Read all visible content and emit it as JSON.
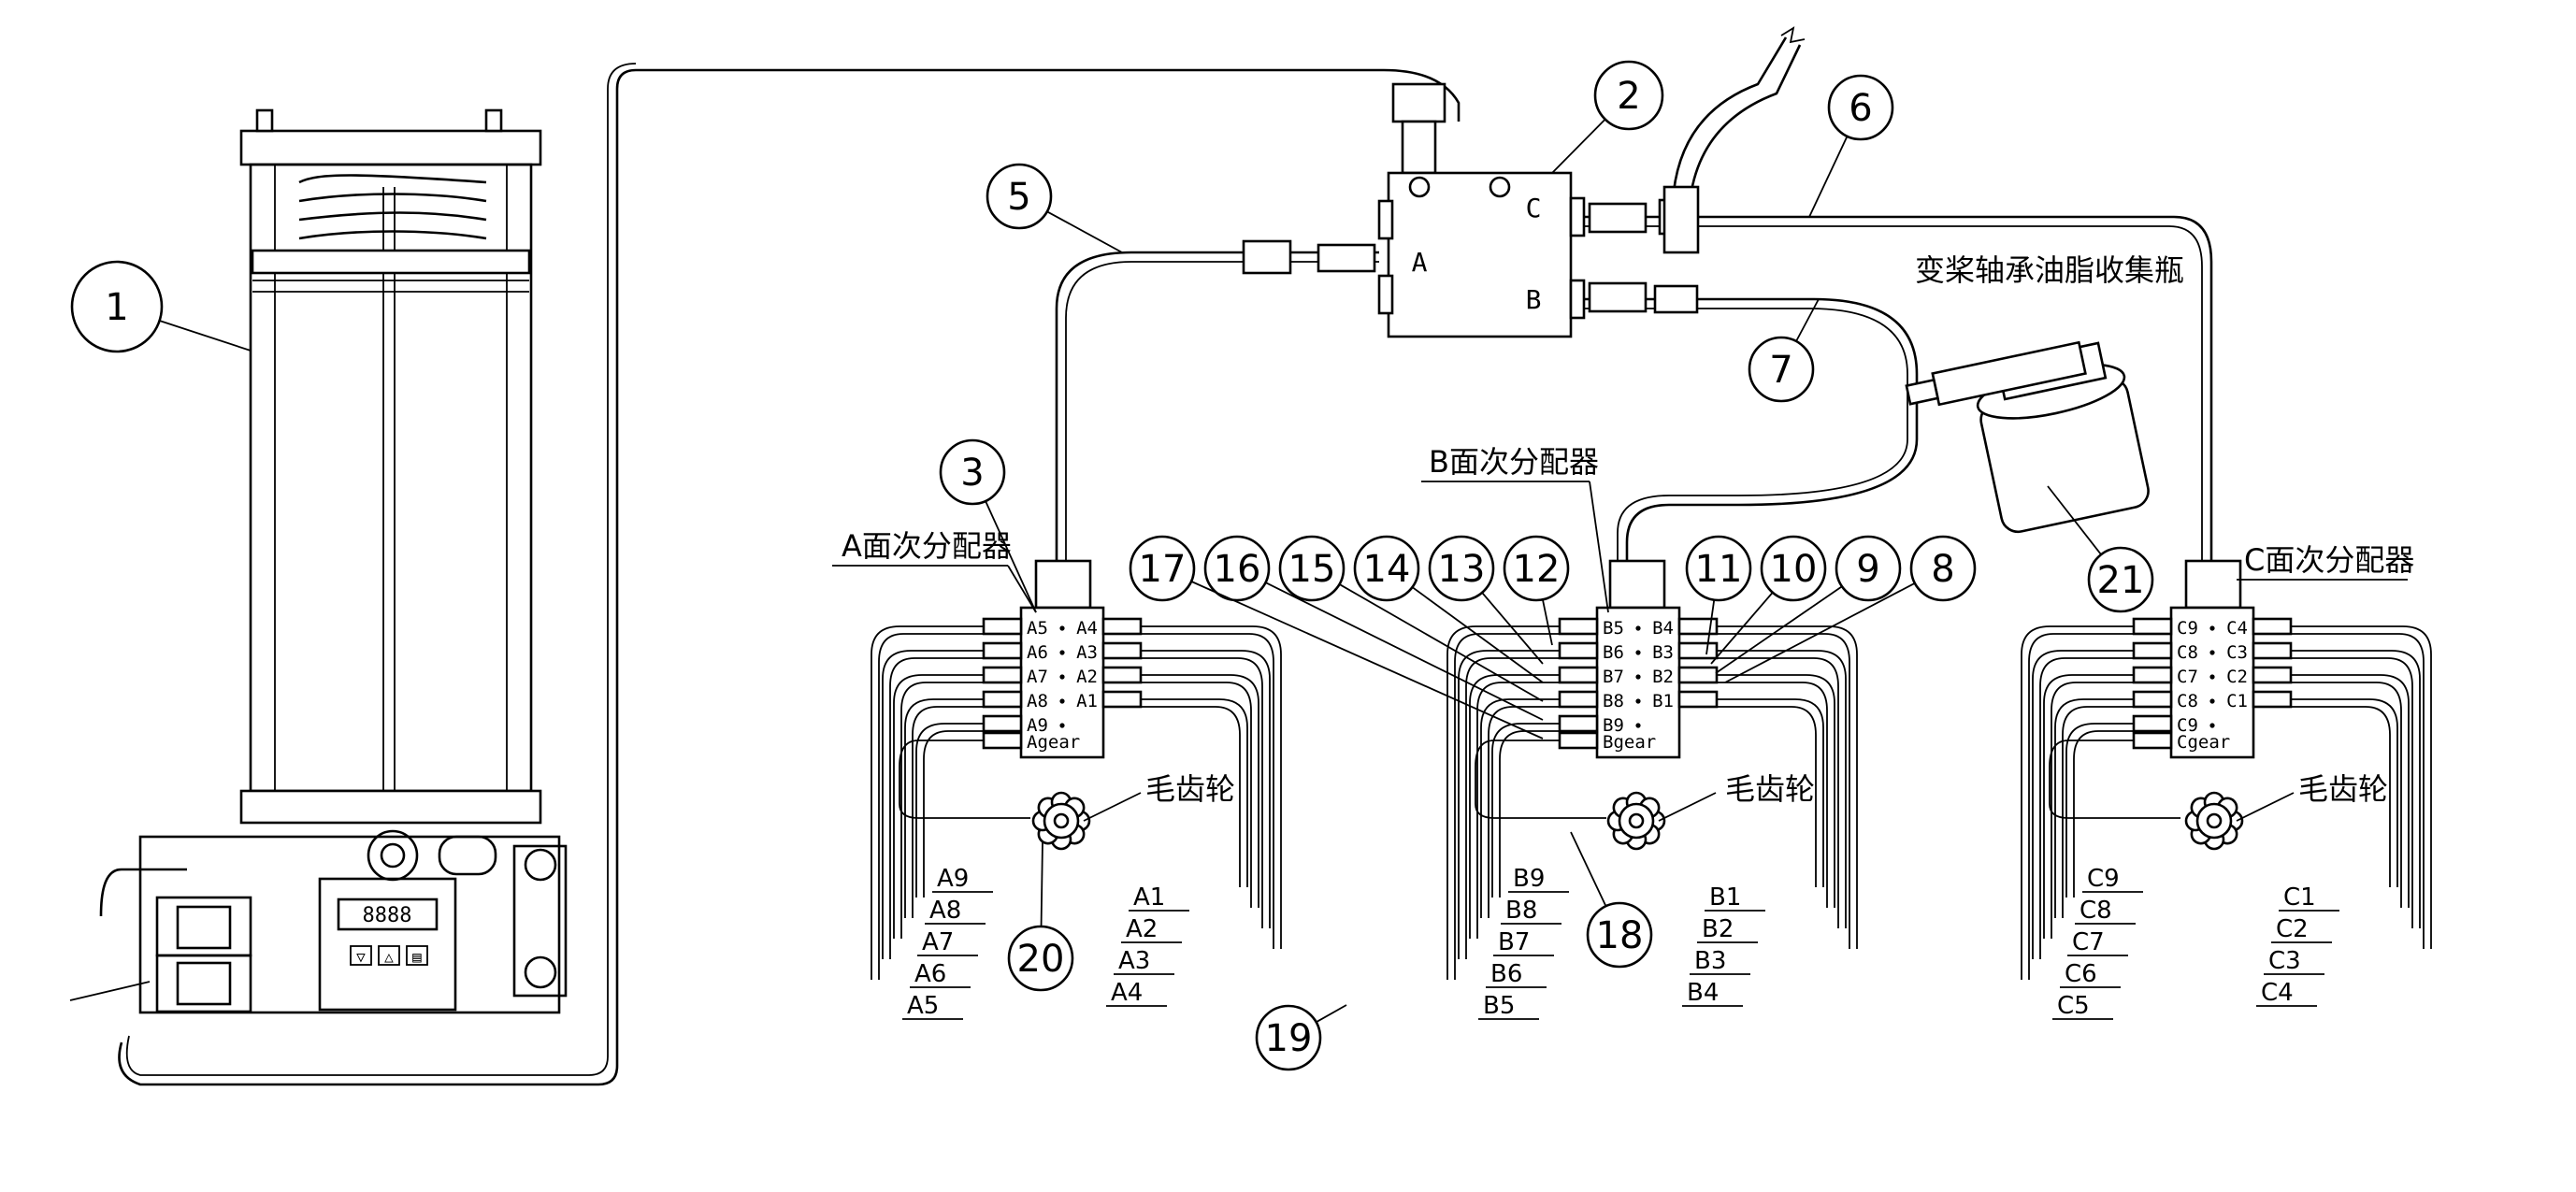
{
  "callouts": [
    "1",
    "2",
    "3",
    "5",
    "6",
    "7",
    "8",
    "9",
    "10",
    "11",
    "12",
    "13",
    "14",
    "15",
    "16",
    "17",
    "18",
    "19",
    "20",
    "21"
  ],
  "valve_ports": {
    "a": "A",
    "b": "B",
    "c": "C"
  },
  "titles": {
    "dist_a": "A面次分配器",
    "dist_b": "B面次分配器",
    "dist_c": "C面次分配器",
    "collector": "变桨轴承油脂收集瓶",
    "gear_a": "毛齿轮",
    "gear_b": "毛齿轮",
    "gear_c": "毛齿轮"
  },
  "dist_a_ports": [
    "A5",
    "A4",
    "A6",
    "A3",
    "A7",
    "A2",
    "A8",
    "A1",
    "A9",
    "Agear"
  ],
  "dist_b_ports": [
    "B5",
    "B4",
    "B6",
    "B3",
    "B7",
    "B2",
    "B8",
    "B1",
    "B9",
    "Bgear"
  ],
  "dist_c_ports": [
    "C9",
    "C4",
    "C8",
    "C3",
    "C7",
    "C2",
    "C8",
    "C1",
    "C9",
    "Cgear"
  ],
  "outlets_a": [
    "A9",
    "A8",
    "A7",
    "A6",
    "A5",
    "A1",
    "A2",
    "A3",
    "A4"
  ],
  "outlets_b": [
    "B9",
    "B8",
    "B7",
    "B6",
    "B5",
    "B1",
    "B2",
    "B3",
    "B4"
  ],
  "outlets_c": [
    "C9",
    "C8",
    "C7",
    "C6",
    "C5",
    "C1",
    "C2",
    "C3",
    "C4"
  ],
  "pump_display": "8888",
  "pump_buttons": [
    "▽",
    "△",
    "▤"
  ]
}
